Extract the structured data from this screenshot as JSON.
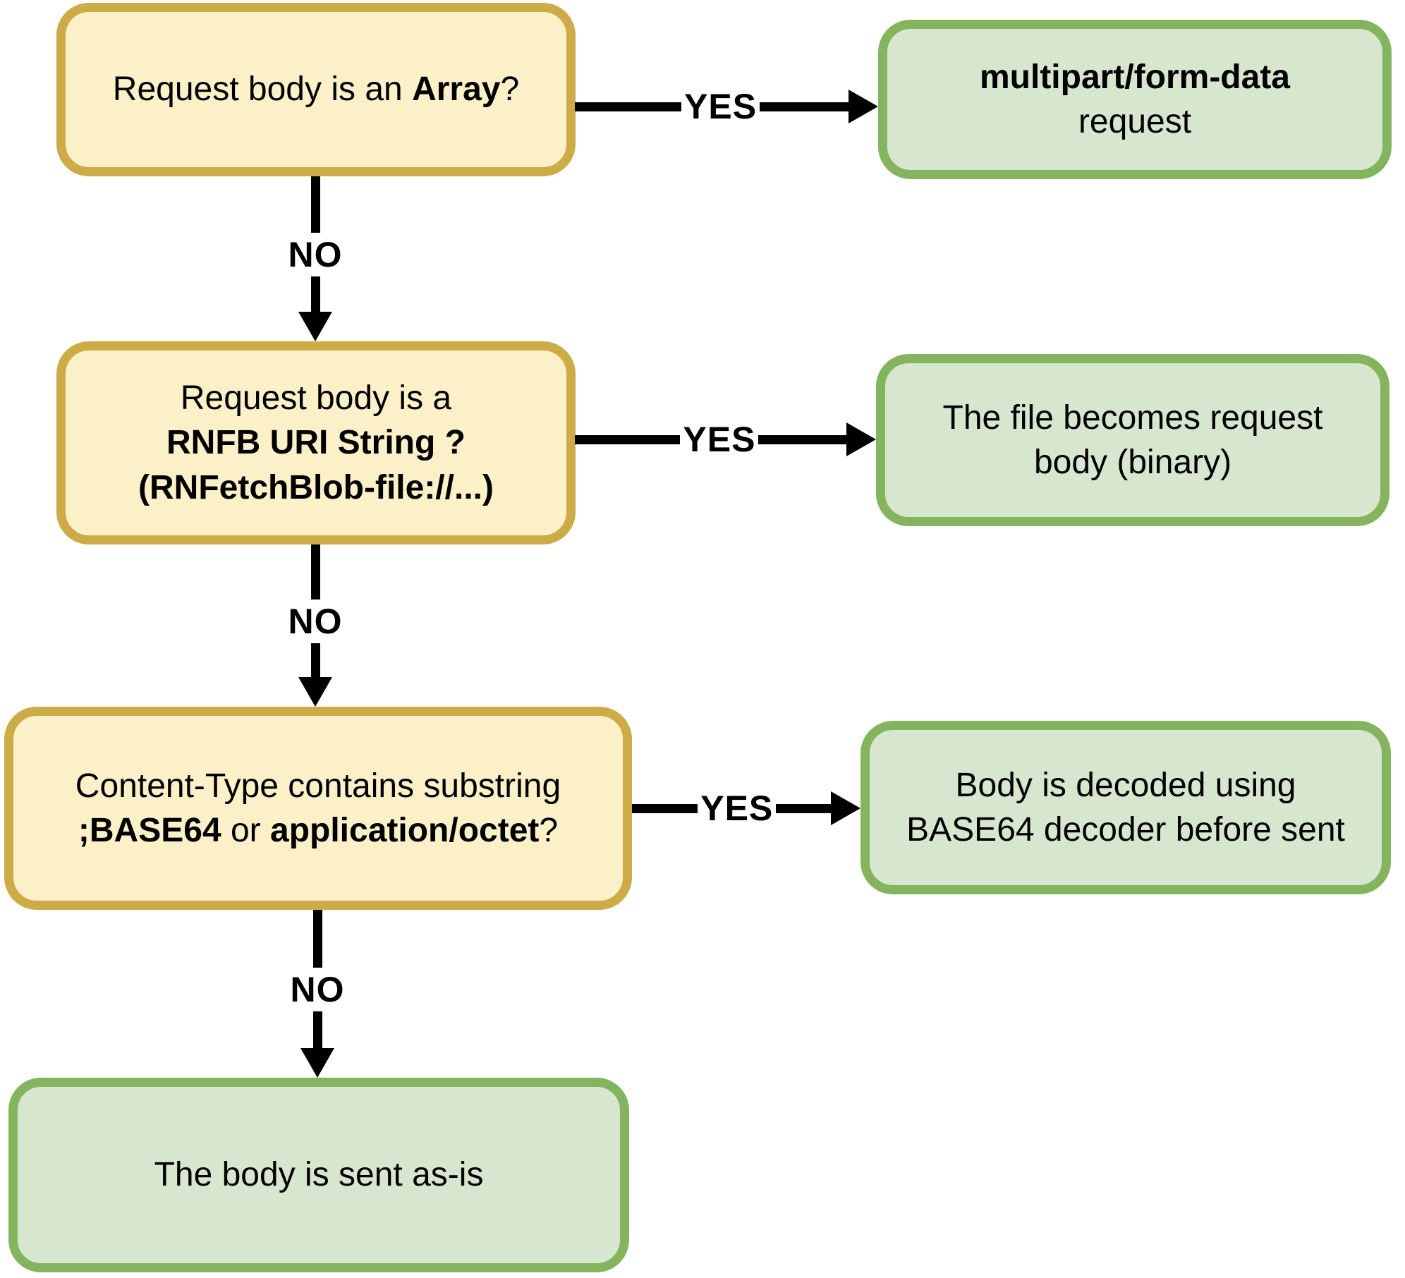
{
  "colors": {
    "question_fill": "#FCF0C8",
    "question_border": "#CDAC48",
    "result_fill": "#D7E7CF",
    "result_border": "#85B45F",
    "arrow": "#000000"
  },
  "nodes": {
    "q1": {
      "pre": "Request body is an ",
      "bold": "Array",
      "post": "?"
    },
    "r1": {
      "line1_bold": "multipart/form-data",
      "line2": "request"
    },
    "q2": {
      "line1": "Request body is a",
      "line2_bold": "RNFB URI String ?",
      "line3_bold": "(RNFetchBlob-file://...)"
    },
    "r2": {
      "line1": "The file becomes request",
      "line2": "body (binary)"
    },
    "q3": {
      "line1": "Content-Type contains substring",
      "line2_bold1": ";BASE64",
      "line2_mid": " or ",
      "line2_bold2": "application/octet",
      "line2_post": "?"
    },
    "r3": {
      "line1": "Body is decoded using",
      "line2": "BASE64 decoder before sent"
    },
    "r4": {
      "text": "The body is sent as-is"
    }
  },
  "edges": {
    "q1_yes": "YES",
    "q1_no": "NO",
    "q2_yes": "YES",
    "q2_no": "NO",
    "q3_yes": "YES",
    "q3_no": "NO"
  }
}
